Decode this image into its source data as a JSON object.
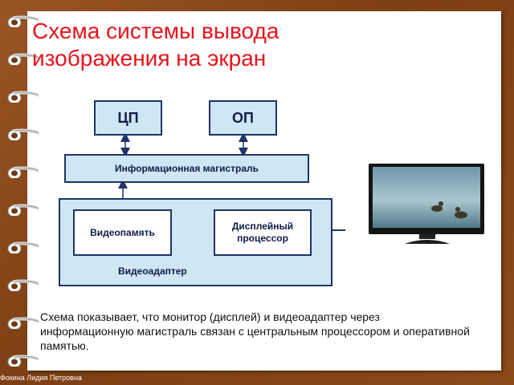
{
  "title": "Схема системы вывода изображения на экран",
  "blocks": {
    "cpu": "ЦП",
    "ram": "ОП",
    "bus": "Информационная магистраль",
    "vram": "Видеопамять",
    "display_processor": "Дисплейный процессор",
    "video_adapter": "Видеоадаптер"
  },
  "caption": "Схема показывает, что монитор (дисплей) и видеоадаптер через информационную магистраль связан с центральным процессором и оперативной памятью.",
  "author": "Фокина Лидия Петровна",
  "colors": {
    "title": "#e8141c",
    "block_fill": "#cfe6f4",
    "block_border": "#1f3466",
    "cover": "#8a4a1c"
  },
  "icons": [
    "spiral-ring-icon",
    "monitor-icon"
  ]
}
